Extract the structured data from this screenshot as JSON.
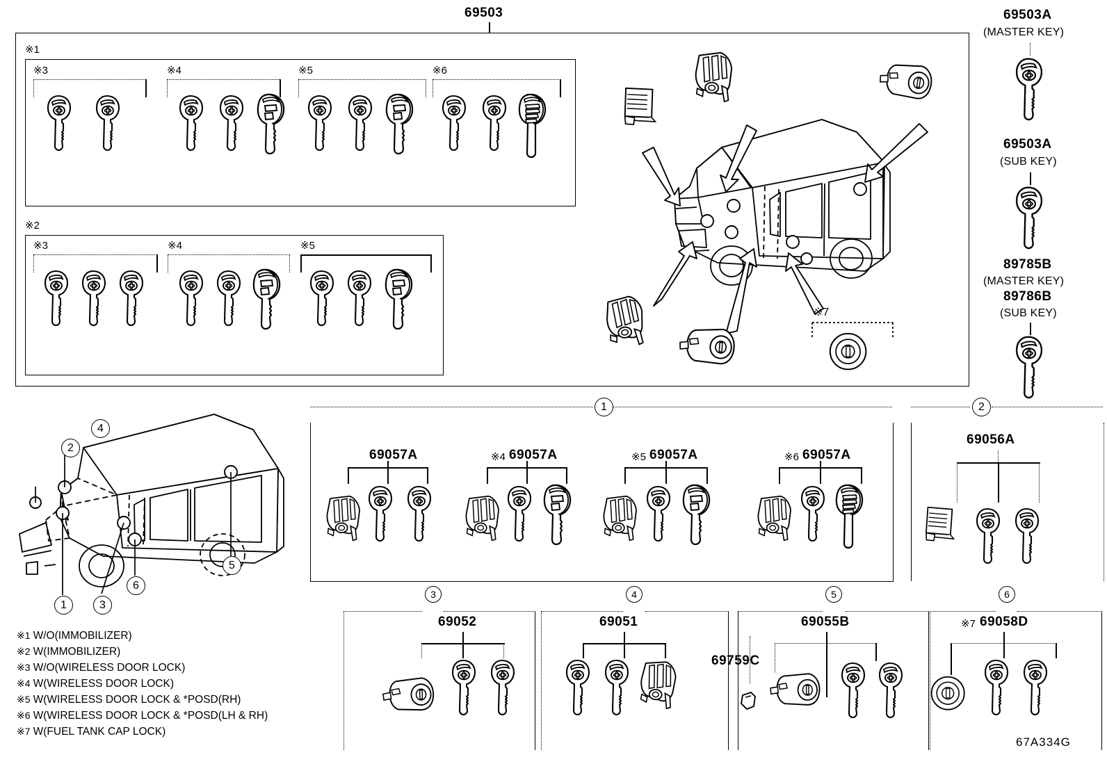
{
  "diagram": {
    "code": "67A334G",
    "main_part_number": "69503",
    "vehicle": "van"
  },
  "top_box": {
    "title": "69503",
    "groups": [
      {
        "marker": "※1",
        "subgroups": [
          {
            "marker": "※3",
            "keys": [
              "plain",
              "plain"
            ]
          },
          {
            "marker": "※4",
            "keys": [
              "plain",
              "plain",
              "remote"
            ]
          },
          {
            "marker": "※5",
            "keys": [
              "plain",
              "plain",
              "remote2"
            ]
          },
          {
            "marker": "※6",
            "keys": [
              "plain",
              "plain",
              "remote3"
            ]
          }
        ]
      },
      {
        "marker": "※2",
        "subgroups": [
          {
            "marker": "※3",
            "keys": [
              "plain",
              "plain",
              "plain"
            ]
          },
          {
            "marker": "※4",
            "keys": [
              "plain",
              "plain",
              "remote"
            ]
          },
          {
            "marker": "※5",
            "keys": [
              "plain",
              "plain",
              "remote2"
            ]
          }
        ]
      }
    ],
    "exploded_marker": "※7"
  },
  "right_column": [
    {
      "part": "69503A",
      "desc": "(MASTER KEY)",
      "key": "plain"
    },
    {
      "part": "69503A",
      "desc": "(SUB KEY)",
      "key": "plain"
    },
    {
      "part": "89785B",
      "desc": "(MASTER KEY)",
      "part2": "89786B",
      "desc2": "(SUB KEY)",
      "key": "plain"
    }
  ],
  "middle_row": {
    "callout_1": "1",
    "callout_2": "2",
    "sections": [
      {
        "marker": "",
        "part": "69057A",
        "items": [
          "cylinder",
          "key",
          "key"
        ]
      },
      {
        "marker": "※4",
        "part": "69057A",
        "items": [
          "cylinder",
          "key",
          "remote"
        ]
      },
      {
        "marker": "※5",
        "part": "69057A",
        "items": [
          "cylinder",
          "key",
          "remote2"
        ]
      },
      {
        "marker": "※6",
        "part": "69057A",
        "items": [
          "cylinder",
          "key",
          "remote3"
        ]
      }
    ],
    "right_section": {
      "part": "69056A",
      "items": [
        "switch",
        "key",
        "key"
      ]
    }
  },
  "bottom_row": [
    {
      "callout": "3",
      "part": "69052",
      "items": [
        "lock",
        "key",
        "key"
      ]
    },
    {
      "callout": "4",
      "part": "69051",
      "items": [
        "key",
        "key",
        "cylinder"
      ]
    },
    {
      "callout": "5",
      "part": "69055B",
      "extra_part": "69759C",
      "items": [
        "clip",
        "lock",
        "key",
        "key"
      ]
    },
    {
      "callout": "6",
      "marker": "※7",
      "part": "69058D",
      "items": [
        "cap",
        "key",
        "key"
      ]
    }
  ],
  "vehicle_callouts": [
    "1",
    "2",
    "3",
    "4",
    "5",
    "6"
  ],
  "legend": [
    {
      "marker": "※1",
      "text": "W/O(IMMOBILIZER)"
    },
    {
      "marker": "※2",
      "text": "W(IMMOBILIZER)"
    },
    {
      "marker": "※3",
      "text": "W/O(WIRELESS DOOR LOCK)"
    },
    {
      "marker": "※4",
      "text": "W(WIRELESS DOOR LOCK)"
    },
    {
      "marker": "※5",
      "text": "W(WIRELESS DOOR LOCK & *POSD(RH)"
    },
    {
      "marker": "※6",
      "text": "W(WIRELESS DOOR LOCK & *POSD(LH & RH)"
    },
    {
      "marker": "※7",
      "text": "W(FUEL TANK CAP LOCK)"
    }
  ]
}
